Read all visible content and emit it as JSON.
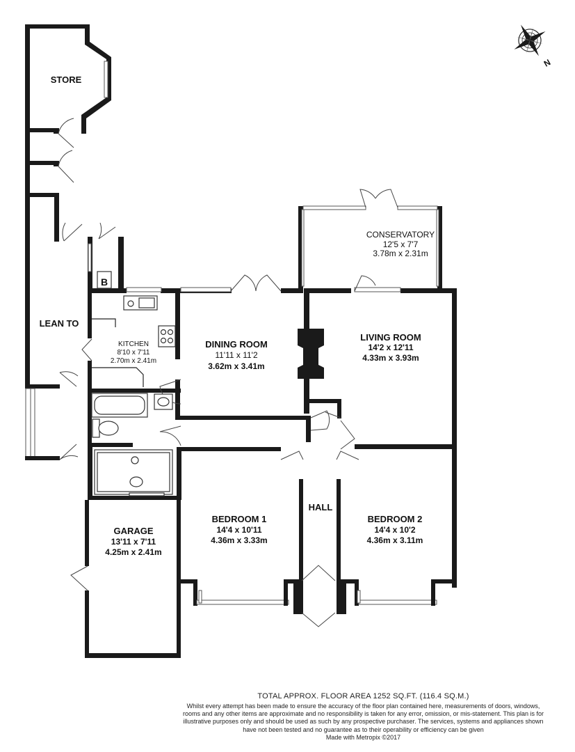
{
  "rooms": {
    "store": {
      "name": "STORE"
    },
    "lean_to": {
      "name": "LEAN TO"
    },
    "b_label": "B",
    "kitchen": {
      "name": "KITCHEN",
      "imperial": "8'10 x 7'11",
      "metric": "2.70m x 2.41m"
    },
    "dining": {
      "name": "DINING ROOM",
      "imperial": "11'11 x 11'2",
      "metric": "3.62m x 3.41m"
    },
    "conservatory": {
      "name": "CONSERVATORY",
      "imperial": "12'5 x 7'7",
      "metric": "3.78m x 2.31m"
    },
    "living": {
      "name": "LIVING ROOM",
      "imperial": "14'2 x 12'11",
      "metric": "4.33m x 3.93m"
    },
    "hall": {
      "name": "HALL"
    },
    "bedroom1": {
      "name": "BEDROOM 1",
      "imperial": "14'4 x 10'11",
      "metric": "4.36m x 3.33m"
    },
    "bedroom2": {
      "name": "BEDROOM 2",
      "imperial": "14'4 x 10'2",
      "metric": "4.36m x 3.11m"
    },
    "garage": {
      "name": "GARAGE",
      "imperial": "13'11 x 7'11",
      "metric": "4.25m x 2.41m"
    }
  },
  "compass": {
    "north_label": "N"
  },
  "footer": {
    "total_area": "TOTAL APPROX. FLOOR AREA 1252 SQ.FT. (116.4 SQ.M.)",
    "disclaimer": "Whilst every attempt has been made to ensure the accuracy of the floor plan contained here, measurements of doors, windows, rooms and any other items are approximate and no responsibility is taken for any error, omission, or mis-statement. This plan is for illustrative purposes only and should be used as such by any prospective purchaser. The services, systems and appliances shown have not been tested and no guarantee as to their operability or efficiency can be given",
    "credit": "Made with Metropix ©2017"
  },
  "colors": {
    "wall": "#1a1a1a",
    "background": "#ffffff"
  }
}
